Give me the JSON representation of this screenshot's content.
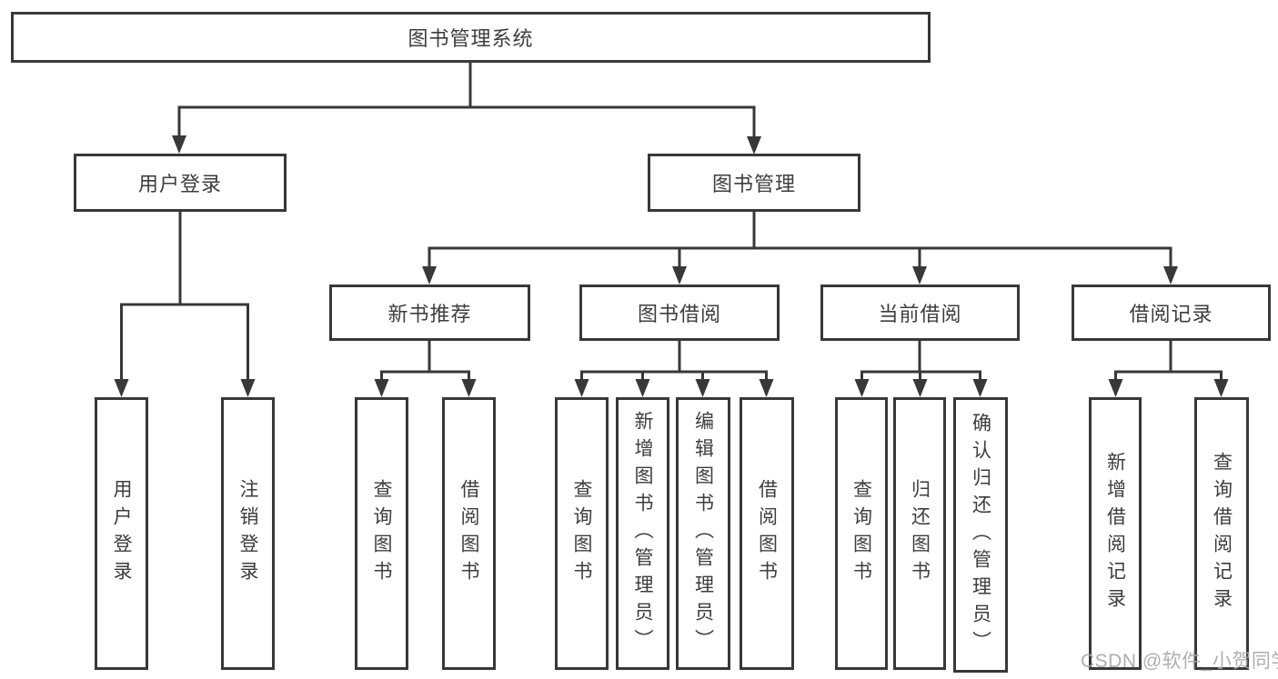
{
  "diagram": {
    "root": {
      "label": "图书管理系统"
    },
    "level2": [
      {
        "label": "用户登录"
      },
      {
        "label": "图书管理"
      }
    ],
    "level3": [
      {
        "label": "新书推荐"
      },
      {
        "label": "图书借阅"
      },
      {
        "label": "当前借阅"
      },
      {
        "label": "借阅记录"
      }
    ],
    "leaves": [
      {
        "label": "用户登录"
      },
      {
        "label": "注销登录"
      },
      {
        "label": "查询图书"
      },
      {
        "label": "借阅图书"
      },
      {
        "label": "查询图书"
      },
      {
        "label": "新增图书（管理员）"
      },
      {
        "label": "编辑图书（管理员）"
      },
      {
        "label": "借阅图书"
      },
      {
        "label": "查询图书"
      },
      {
        "label": "归还图书"
      },
      {
        "label": "确认归还（管理员）"
      },
      {
        "label": "新增借阅记录"
      },
      {
        "label": "查询借阅记录"
      }
    ],
    "colors": {
      "line": "#383838",
      "text": "#3d3d3d",
      "background": "#ffffff",
      "watermark": "#a8a8a8"
    },
    "watermark": "CSDN @软件_小贺同学"
  }
}
